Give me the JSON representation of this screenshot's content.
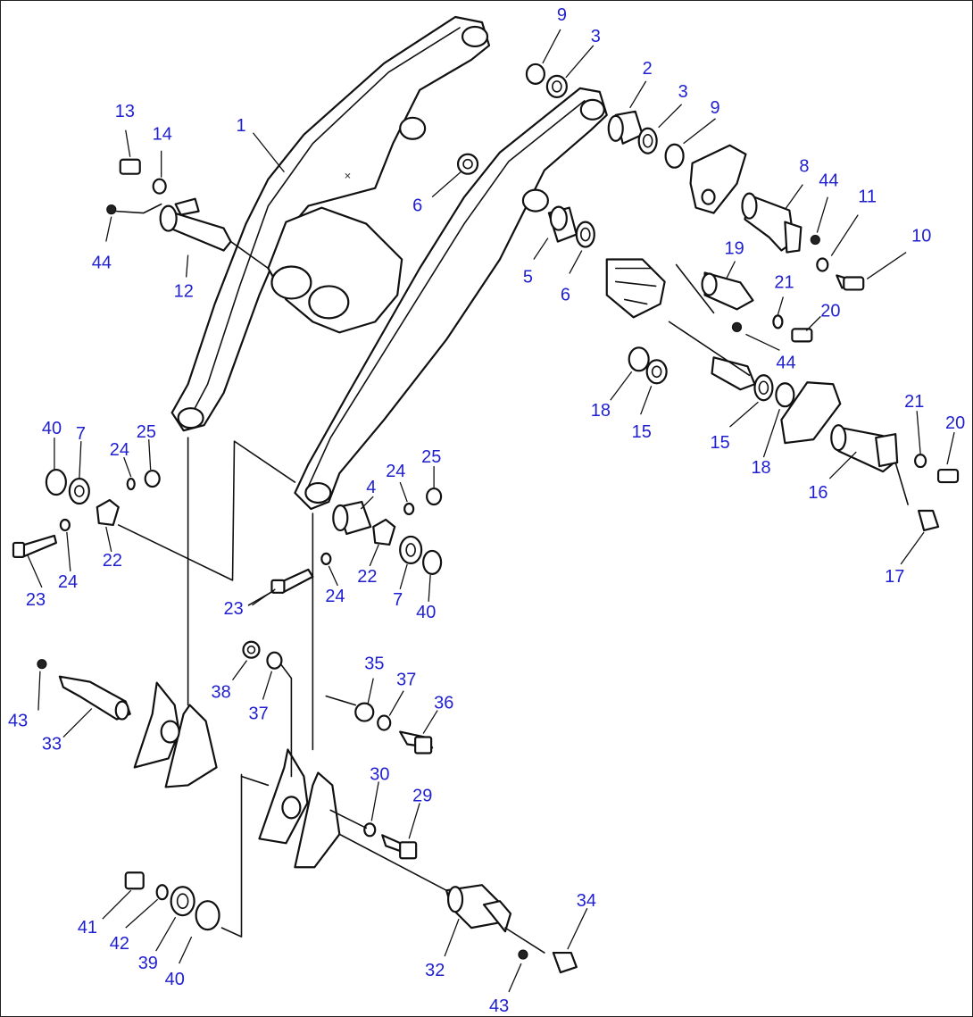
{
  "diagram": {
    "callouts": [
      {
        "id": "c9a",
        "text": "9"
      },
      {
        "id": "c3a",
        "text": "3"
      },
      {
        "id": "c2",
        "text": "2"
      },
      {
        "id": "c3b",
        "text": "3"
      },
      {
        "id": "c9b",
        "text": "9"
      },
      {
        "id": "c1",
        "text": "1"
      },
      {
        "id": "c13",
        "text": "13"
      },
      {
        "id": "c14",
        "text": "14"
      },
      {
        "id": "c44a",
        "text": "44"
      },
      {
        "id": "c12",
        "text": "12"
      },
      {
        "id": "c6a",
        "text": "6"
      },
      {
        "id": "c5",
        "text": "5"
      },
      {
        "id": "c6b",
        "text": "6"
      },
      {
        "id": "c8",
        "text": "8"
      },
      {
        "id": "c44b",
        "text": "44"
      },
      {
        "id": "c11",
        "text": "11"
      },
      {
        "id": "c10",
        "text": "10"
      },
      {
        "id": "c19",
        "text": "19"
      },
      {
        "id": "c21a",
        "text": "21"
      },
      {
        "id": "c20a",
        "text": "20"
      },
      {
        "id": "c44c",
        "text": "44"
      },
      {
        "id": "c18a",
        "text": "18"
      },
      {
        "id": "c15a",
        "text": "15"
      },
      {
        "id": "c15b",
        "text": "15"
      },
      {
        "id": "c18b",
        "text": "18"
      },
      {
        "id": "c21b",
        "text": "21"
      },
      {
        "id": "c20b",
        "text": "20"
      },
      {
        "id": "c16",
        "text": "16"
      },
      {
        "id": "c17",
        "text": "17"
      },
      {
        "id": "c40a",
        "text": "40"
      },
      {
        "id": "c7a",
        "text": "7"
      },
      {
        "id": "c24a",
        "text": "24"
      },
      {
        "id": "c25a",
        "text": "25"
      },
      {
        "id": "c24b",
        "text": "24"
      },
      {
        "id": "c22a",
        "text": "22"
      },
      {
        "id": "c23a",
        "text": "23"
      },
      {
        "id": "c4",
        "text": "4"
      },
      {
        "id": "c24c",
        "text": "24"
      },
      {
        "id": "c25b",
        "text": "25"
      },
      {
        "id": "c22b",
        "text": "22"
      },
      {
        "id": "c24d",
        "text": "24"
      },
      {
        "id": "c23b",
        "text": "23"
      },
      {
        "id": "c7b",
        "text": "7"
      },
      {
        "id": "c40b",
        "text": "40"
      },
      {
        "id": "c43a",
        "text": "43"
      },
      {
        "id": "c33",
        "text": "33"
      },
      {
        "id": "c38",
        "text": "38"
      },
      {
        "id": "c37a",
        "text": "37"
      },
      {
        "id": "c35",
        "text": "35"
      },
      {
        "id": "c37b",
        "text": "37"
      },
      {
        "id": "c36",
        "text": "36"
      },
      {
        "id": "c30",
        "text": "30"
      },
      {
        "id": "c29",
        "text": "29"
      },
      {
        "id": "c41",
        "text": "41"
      },
      {
        "id": "c42",
        "text": "42"
      },
      {
        "id": "c39",
        "text": "39"
      },
      {
        "id": "c40c",
        "text": "40"
      },
      {
        "id": "c32",
        "text": "32"
      },
      {
        "id": "c34",
        "text": "34"
      },
      {
        "id": "c43b",
        "text": "43"
      }
    ]
  }
}
